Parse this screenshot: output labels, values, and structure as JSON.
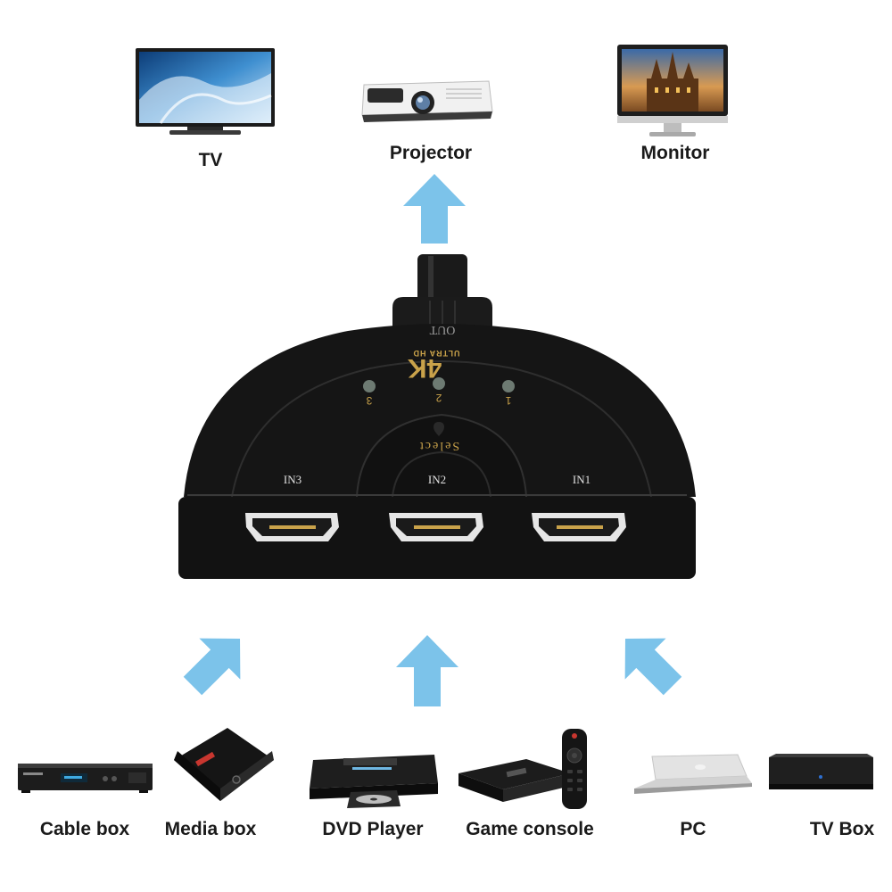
{
  "outputs": [
    {
      "label": "TV",
      "icon": "tv-icon"
    },
    {
      "label": "Projector",
      "icon": "projector-icon"
    },
    {
      "label": "Monitor",
      "icon": "monitor-icon"
    }
  ],
  "inputs": [
    {
      "label": "Cable box",
      "icon": "cable-box-icon"
    },
    {
      "label": "Media box",
      "icon": "media-box-icon"
    },
    {
      "label": "DVD Player",
      "icon": "dvd-player-icon"
    },
    {
      "label": "Game console",
      "icon": "game-console-icon"
    },
    {
      "label": "PC",
      "icon": "laptop-icon"
    },
    {
      "label": "TV Box",
      "icon": "tv-box-icon"
    }
  ],
  "switch": {
    "out_label": "OUT",
    "brand_big": "4K",
    "brand_small": "ULTRA HD",
    "leds": [
      "1",
      "2",
      "3"
    ],
    "select_label": "Select",
    "ports": [
      "IN1",
      "IN2",
      "IN3"
    ]
  },
  "colors": {
    "arrow": "#7cc3ea",
    "switch_body": "#141414",
    "label_gold": "#c9a24a"
  }
}
